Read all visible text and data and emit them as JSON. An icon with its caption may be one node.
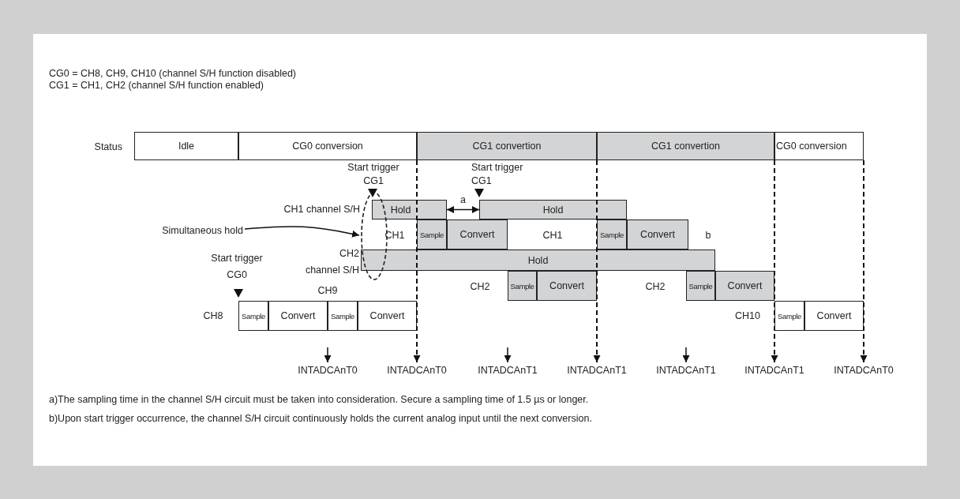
{
  "diagram": {
    "nodes": [
      {
        "text": [
          "Idle"
        ]
      },
      {
        "text": [
          "CG0 conversion"
        ]
      },
      {
        "text": [
          "CG1 convertion"
        ]
      },
      {
        "text": [
          "CG1 convertion"
        ]
      },
      {
        "text": [
          "CG0 conversion"
        ]
      },
      {
        "text": [
          "Hold"
        ]
      },
      {
        "text": [
          "Hold"
        ]
      },
      {
        "text": [
          "Sample"
        ]
      },
      {
        "text": [
          "Convert"
        ]
      },
      {
        "text": [
          "Sample"
        ]
      },
      {
        "text": [
          "Convert"
        ]
      },
      {
        "text": [
          "Hold"
        ]
      },
      {
        "text": [
          "Sample"
        ]
      },
      {
        "text": [
          "Convert"
        ]
      },
      {
        "text": [
          "Sample"
        ]
      },
      {
        "text": [
          "Convert"
        ]
      },
      {
        "text": [
          "Sample"
        ]
      },
      {
        "text": [
          "Convert"
        ]
      },
      {
        "text": [
          "Sample"
        ]
      },
      {
        "text": [
          "Convert"
        ]
      },
      {
        "text": [
          "Sample"
        ]
      },
      {
        "text": [
          "Convert"
        ]
      },
      {
        "text": [
          "Simultaneous hold"
        ]
      },
      {
        "text": [],
        "shape": "ellipse"
      },
      {
        "text": [
          "INTADCAnT0"
        ]
      },
      {
        "text": [
          "INTADCAnT0"
        ]
      },
      {
        "text": [
          "INTADCAnT1"
        ]
      },
      {
        "text": [
          "INTADCAnT1"
        ]
      },
      {
        "text": [
          "INTADCAnT1"
        ]
      },
      {
        "text": [
          "INTADCAnT1"
        ]
      },
      {
        "text": [
          "INTADCAnT0"
        ]
      }
    ],
    "edges": [
      {
        "from": 22,
        "to": 23,
        "arrow": "to"
      },
      {
        "from": 5,
        "to": 6,
        "arrow": "both",
        "label": "a"
      },
      {
        "from": null,
        "to": 24,
        "arrow": "to"
      },
      {
        "from": 1,
        "to": 25,
        "arrow": "to",
        "style": "dashed"
      },
      {
        "from": null,
        "to": 26,
        "arrow": "to"
      },
      {
        "from": 3,
        "to": 27,
        "arrow": "to",
        "style": "dashed"
      },
      {
        "from": null,
        "to": 28,
        "arrow": "to"
      },
      {
        "from": 4,
        "to": 29,
        "arrow": "to",
        "style": "dashed"
      },
      {
        "from": 4,
        "to": 30,
        "arrow": "to",
        "style": "dashed"
      }
    ],
    "labels": [
      "CG0 = CH8, CH9, CH10 (channel S/H function disabled)",
      "CG1 = CH1, CH2 (channel S/H function enabled)",
      "Status",
      "Start trigger CG1",
      "Start trigger CG1",
      "CH1 channel S/H",
      "CH1",
      "CH1",
      "b",
      "Start trigger CG0",
      "CH2 channel S/H",
      "CH9",
      "CH2",
      "CH2",
      "CH8",
      "CH10",
      "a)The sampling time in the channel S/H circuit must be taken into consideration. Secure a sampling time of 1.5 µs or longer.",
      "b)Upon start trigger occurrence, the channel S/H circuit continuously holds the current analog input until the next conversion."
    ]
  }
}
